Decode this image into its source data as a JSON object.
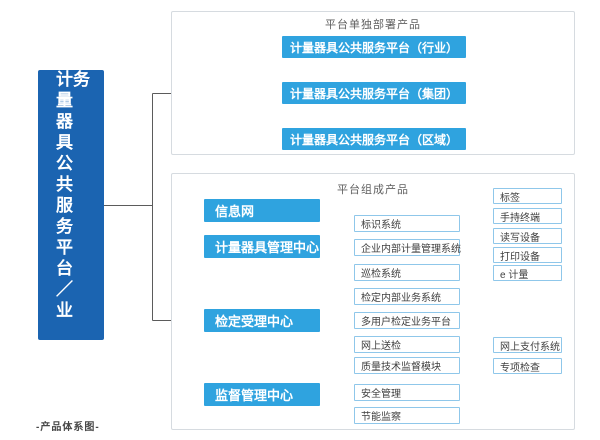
{
  "diagram": {
    "root_label": "计量器具公共服务平台／业务",
    "caption": "-产品体系图-"
  },
  "deploy_section": {
    "title": "平台单独部署产品",
    "items": [
      "计量器具公共服务平台（行业）",
      "计量器具公共服务平台（集团）",
      "计量器具公共服务平台（区域）"
    ]
  },
  "compose_section": {
    "title": "平台组成产品",
    "centers": [
      "信息网",
      "计量器具管理中心",
      "检定受理中心",
      "监督管理中心"
    ],
    "subsystems": [
      "标识系统",
      "企业内部计量管理系统",
      "巡检系统",
      "检定内部业务系统",
      "多用户检定业务平台",
      "网上送检",
      "质量技术监督模块",
      "安全管理",
      "节能监察"
    ],
    "leaves": [
      "标签",
      "手持终端",
      "读写设备",
      "打印设备",
      "e 计量",
      "网上支付系统",
      "专项检查"
    ]
  },
  "colors": {
    "primary_dark_blue": "#1b64b1",
    "primary_light_blue": "#2fa3df",
    "leaf_box_border": "#8fc7ea",
    "section_border": "#d6dbe0",
    "connector_line": "#5b5b5b",
    "text_dark": "#3f3f3f"
  }
}
